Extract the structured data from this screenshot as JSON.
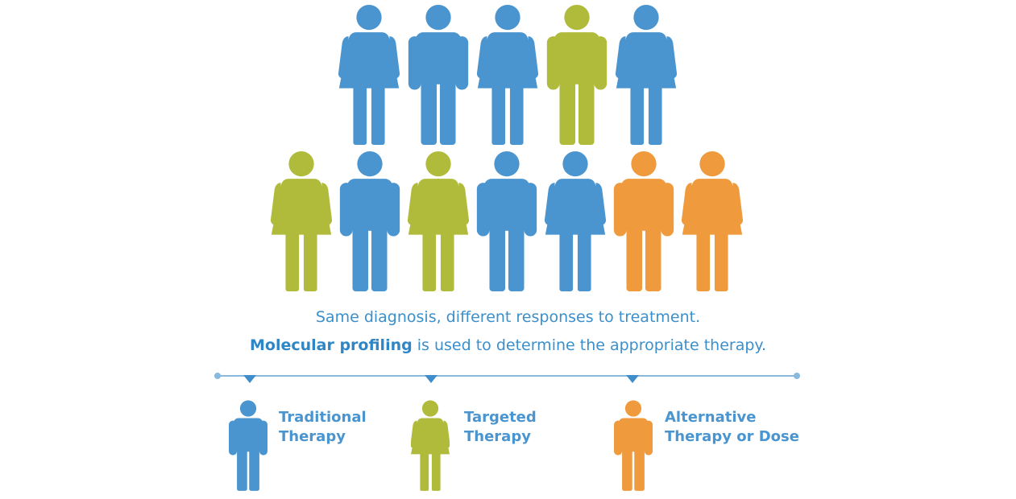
{
  "colors": {
    "traditional": "#4a95cf",
    "targeted": "#b1bb3b",
    "alternative": "#ef9a3c",
    "caption": "#3b8fcb"
  },
  "rows": [
    {
      "figures": [
        {
          "type": "female",
          "group": "traditional"
        },
        {
          "type": "male",
          "group": "traditional"
        },
        {
          "type": "female",
          "group": "traditional"
        },
        {
          "type": "male",
          "group": "targeted"
        },
        {
          "type": "female",
          "group": "traditional"
        }
      ]
    },
    {
      "figures": [
        {
          "type": "female",
          "group": "targeted"
        },
        {
          "type": "male",
          "group": "traditional"
        },
        {
          "type": "female",
          "group": "targeted"
        },
        {
          "type": "male",
          "group": "traditional"
        },
        {
          "type": "female",
          "group": "traditional"
        },
        {
          "type": "male",
          "group": "alternative"
        },
        {
          "type": "female",
          "group": "alternative"
        }
      ]
    }
  ],
  "caption": {
    "line1": "Same diagnosis, different responses to treatment.",
    "line2_bold": "Molecular profiling",
    "line2_rest": " is used to determine the appropriate therapy."
  },
  "legend": [
    {
      "group": "traditional",
      "figure": "male",
      "line1": "Traditional",
      "line2": "Therapy"
    },
    {
      "group": "targeted",
      "figure": "female",
      "line1": "Targeted",
      "line2": "Therapy"
    },
    {
      "group": "alternative",
      "figure": "male",
      "line1": "Alternative",
      "line2": "Therapy or Dose"
    }
  ]
}
